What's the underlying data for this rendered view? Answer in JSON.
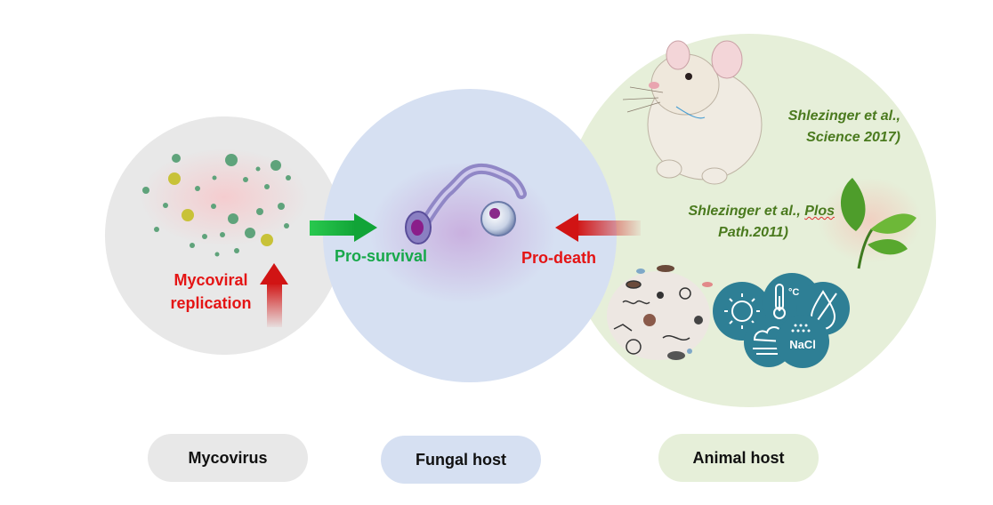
{
  "colors": {
    "mycovirus_circle": "#e8e8e8",
    "fungal_circle": "#d6e0f2",
    "animal_circle": "#e6efd9",
    "pro_survival": "#17a84a",
    "pro_death": "#e41414",
    "mycoviral_text": "#e41414",
    "citation": "#4a7a1e",
    "stress_icons": "#2e7f95"
  },
  "mycovirus": {
    "process_label_line1": "Mycoviral",
    "process_label_line2": "replication",
    "pill_label": "Mycovirus"
  },
  "fungal": {
    "pill_label": "Fungal host"
  },
  "animal": {
    "pill_label": "Animal host",
    "citation1_line1": "Shlezinger et al.,",
    "citation1_line2": "Science 2017)",
    "citation2_line1_a": "Shlezinger et al., ",
    "citation2_line1_b": "Plos",
    "citation2_line2": "Path.2011)",
    "stress_icons": [
      "sun-icon",
      "thermometer-icon",
      "water-drop-icon",
      "wind-cloud-icon"
    ],
    "salt_label": "NaCl",
    "temp_unit": "°C"
  },
  "arrows": {
    "survival_label": "Pro-survival",
    "death_label": "Pro-death"
  }
}
